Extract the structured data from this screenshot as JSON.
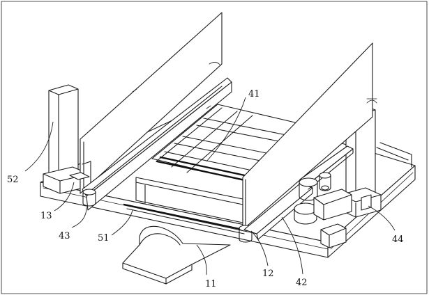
{
  "figure": {
    "labels": {
      "l41": "41",
      "l52": "52",
      "l13": "13",
      "l43": "43",
      "l51": "51",
      "l11": "11",
      "l12": "12",
      "l42": "42",
      "l44": "44"
    }
  }
}
